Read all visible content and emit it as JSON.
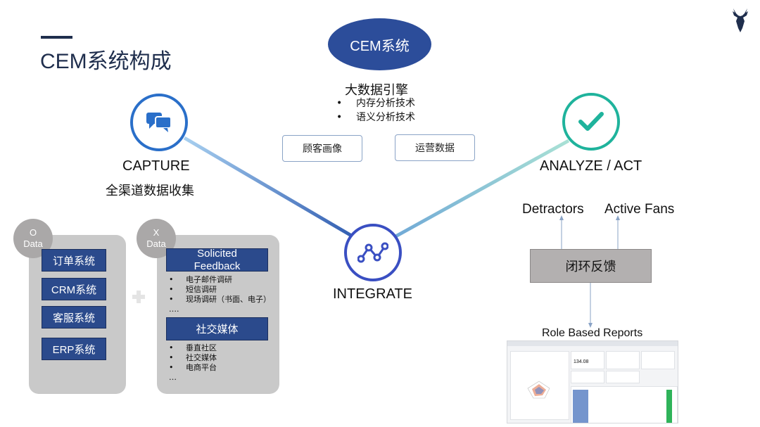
{
  "title": "CEM系统构成",
  "center": {
    "oval": "CEM系统",
    "engine_title": "大数据引擎",
    "bullets": [
      "内存分析技术",
      "语义分析技术"
    ],
    "pills": [
      "顾客画像",
      "运营数据"
    ]
  },
  "capture": {
    "label": "CAPTURE",
    "sublabel": "全渠道数据收集",
    "icon": "chat-bubbles-icon"
  },
  "integrate": {
    "label": "INTEGRATE",
    "icon": "connected-nodes-icon"
  },
  "analyze": {
    "label": "ANALYZE / ACT",
    "icon": "checkmark-icon"
  },
  "odata": {
    "tag_line1": "O",
    "tag_line2": "Data",
    "items": [
      "订单系统",
      "CRM系统",
      "客服系统",
      "ERP系统"
    ]
  },
  "xdata": {
    "tag_line1": "X",
    "tag_line2": "Data",
    "solicited_line1": "Solicited",
    "solicited_line2": "Feedback",
    "solicited_items": [
      "电子邮件调研",
      "短信调研",
      "现场调研（书面、电子）"
    ],
    "solicited_more": "….",
    "social_title": "社交媒体",
    "social_items": [
      "垂直社区",
      "社交媒体",
      "电商平台"
    ],
    "social_more": "…"
  },
  "outcomes": {
    "detractors": "Detractors",
    "active_fans": "Active Fans",
    "loop": "闭环反馈",
    "reports": "Role Based Reports"
  },
  "report_preview": {
    "metric_value": "134.08"
  },
  "colors": {
    "navy": "#1f2e4d",
    "blue": "#2b4a8c",
    "capture_ring": "#2a6fc9",
    "integrate_ring": "#3a4fc2",
    "analyze_ring": "#1fb39c",
    "panel": "#c9c9c9",
    "tag": "#aaa8a8"
  }
}
